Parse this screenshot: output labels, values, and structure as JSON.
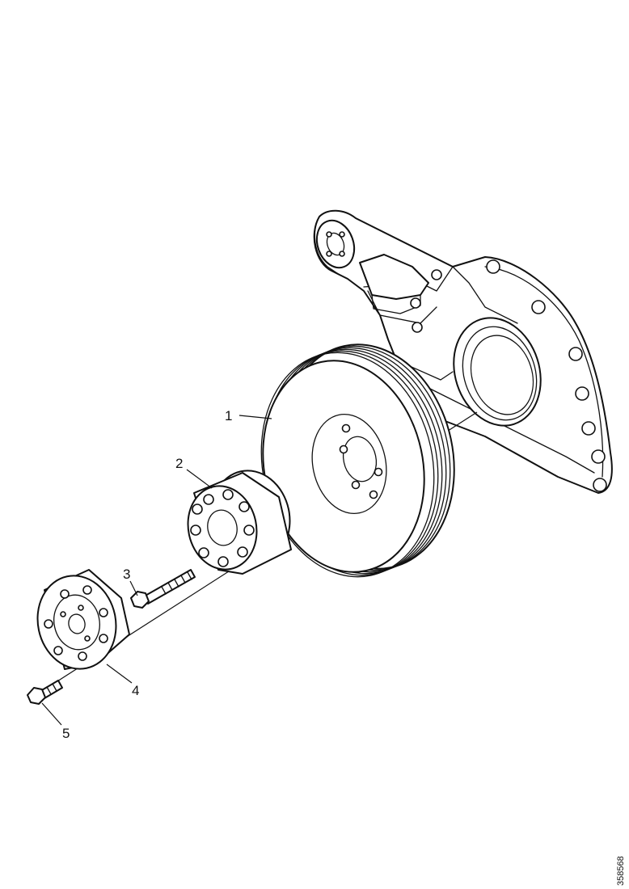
{
  "diagram": {
    "callouts": {
      "part_1": "1",
      "part_2": "2",
      "part_3": "3",
      "part_4": "4",
      "part_5": "5"
    },
    "figure_number": "358568"
  }
}
